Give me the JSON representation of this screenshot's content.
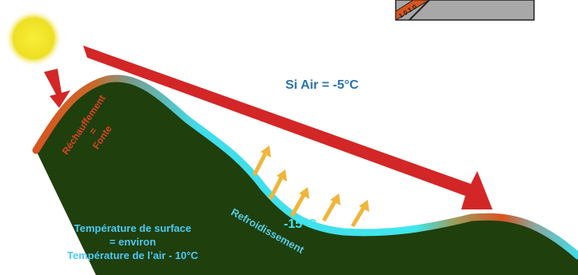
{
  "labels": {
    "air_condition": "Si Air = -5°C",
    "warming_line1": "Réchauffement",
    "warming_line2": "=",
    "warming_line3": "Fonte",
    "cooling": "Refroidissement",
    "surface_temperature": "-15°C",
    "caption_line1": "Température de surface",
    "caption_line2": "= environ",
    "caption_line3": "Température de l’air - 10°C",
    "inset_digits": "1 0 1 0"
  },
  "colors": {
    "terrain_fill": "#1f3f0d",
    "sun": "#f2ea1f",
    "radiation_arrow": "#d32626",
    "heat_arrow": "#f0b53a",
    "label_blue": "#2a73ad",
    "caption_cyan": "#4ec8f2",
    "warm_text": "#d84420",
    "cold_text": "#56cde6",
    "surface_warm": "#d8541f",
    "surface_cold": "#3fe6ee"
  },
  "icons": {
    "sun": "sun-icon",
    "radiation": "radiation-arrow-icon",
    "heat_loss": "heat-loss-arrow-icon"
  }
}
